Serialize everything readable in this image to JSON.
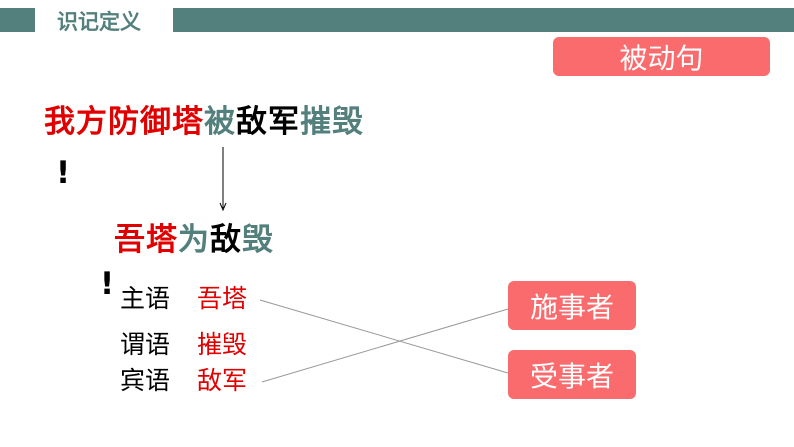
{
  "header": {
    "title": "识记定义",
    "accent": "#537f7c"
  },
  "badge": {
    "label": "被动句",
    "color": "#f96b6d"
  },
  "sentence1": {
    "parts": [
      "我方防御塔",
      "被",
      "敌军",
      "摧毁"
    ],
    "punct": "!"
  },
  "sentence2": {
    "parts": [
      "吾塔",
      "为",
      "敌",
      "毁"
    ],
    "punct": "!"
  },
  "grammar": [
    {
      "role": "主语",
      "word": "吾塔"
    },
    {
      "role": "谓语",
      "word": "摧毁"
    },
    {
      "role": "宾语",
      "word": "敌军"
    }
  ],
  "agents": {
    "agent": "施事者",
    "patient": "受事者"
  }
}
